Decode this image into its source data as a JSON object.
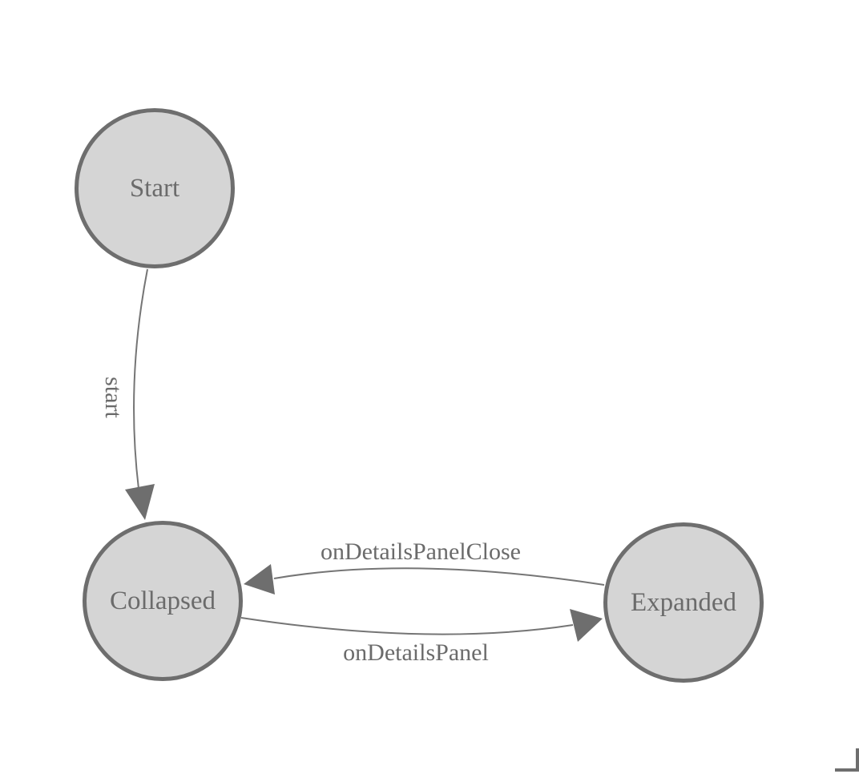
{
  "diagram": {
    "type": "state-machine",
    "nodes": [
      {
        "id": "start",
        "label": "Start"
      },
      {
        "id": "collapsed",
        "label": "Collapsed"
      },
      {
        "id": "expanded",
        "label": "Expanded"
      }
    ],
    "edges": [
      {
        "from": "Start",
        "to": "Collapsed",
        "label": "start"
      },
      {
        "from": "Expanded",
        "to": "Collapsed",
        "label": "onDetailsPanelClose"
      },
      {
        "from": "Collapsed",
        "to": "Expanded",
        "label": "onDetailsPanel"
      }
    ],
    "colors": {
      "background": "#ffffff",
      "node_fill": "#d5d5d5",
      "node_border": "#6e6e6e",
      "edge_line": "#757575",
      "arrowhead": "#6e6e6e",
      "text": "#6b6b6b"
    }
  }
}
